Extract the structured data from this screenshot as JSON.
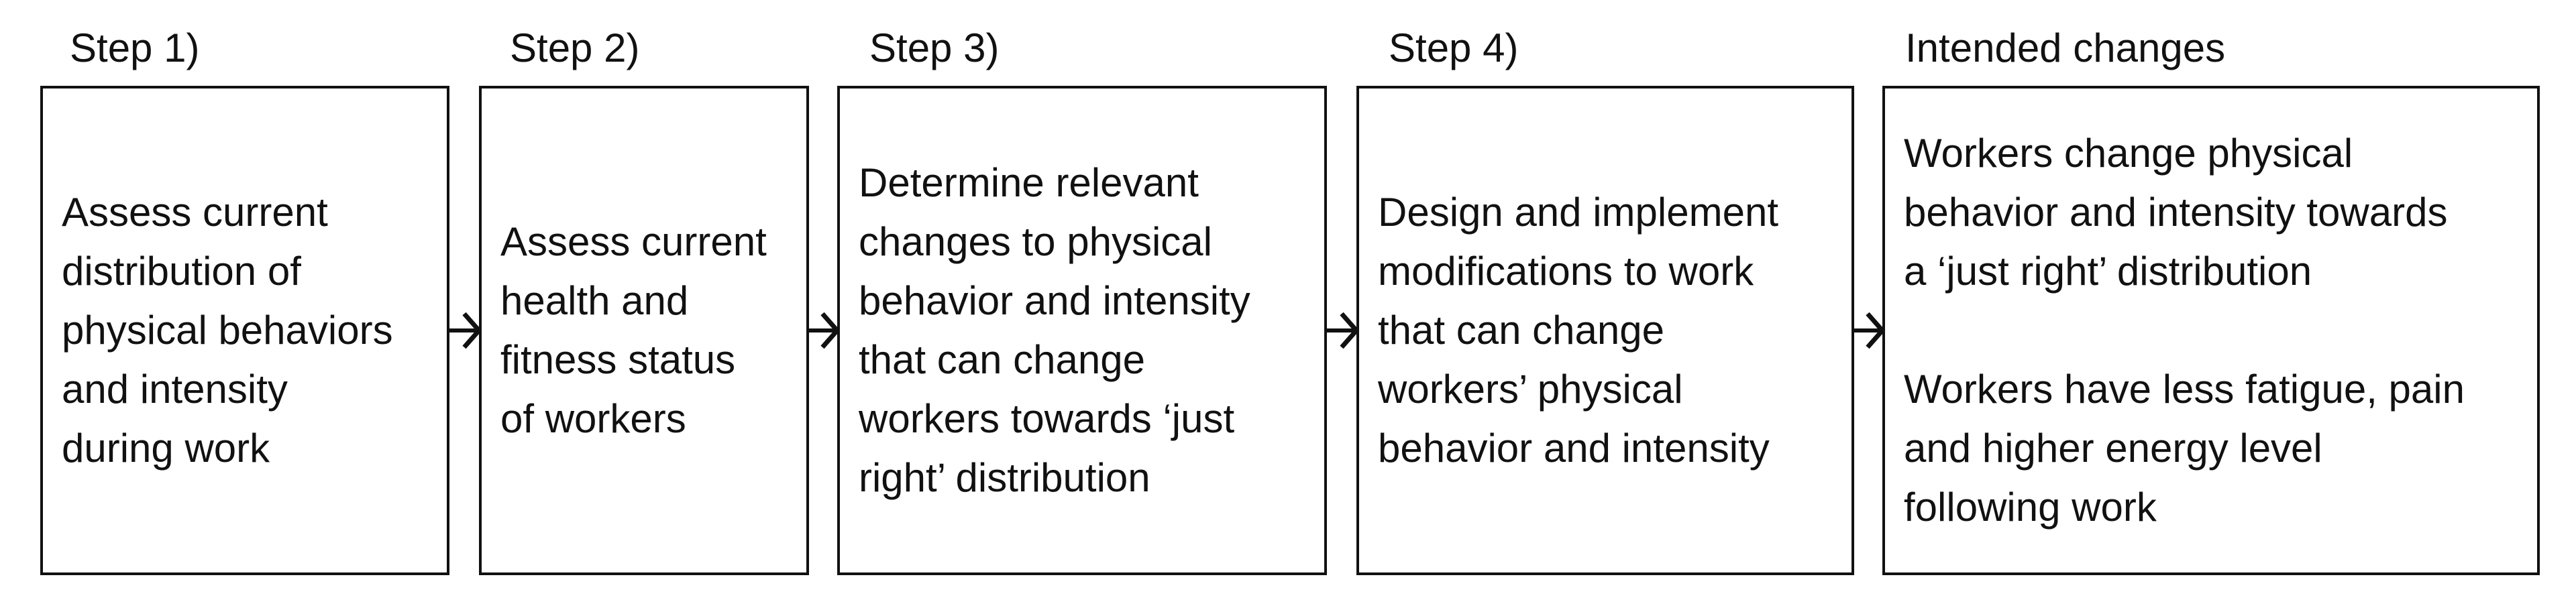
{
  "steps": [
    {
      "heading": "Step 1)",
      "text": "Assess current\ndistribution of\nphysical behaviors\nand intensity\nduring work"
    },
    {
      "heading": "Step 2)",
      "text": "Assess current\nhealth and\nfitness status\nof workers"
    },
    {
      "heading": "Step 3)",
      "text": "Determine relevant\nchanges to physical\nbehavior and intensity\nthat can change\nworkers towards ‘just\nright’ distribution"
    },
    {
      "heading": "Step 4)",
      "text": "Design and implement\nmodifications to work\nthat can change\nworkers’ physical\nbehavior and intensity"
    }
  ],
  "outcome": {
    "heading": "Intended changes",
    "paragraphs": [
      "Workers change physical\nbehavior and intensity towards\na ‘just right’ distribution",
      "Workers have less fatigue, pain\nand higher energy level\nfollowing work"
    ]
  },
  "colors": {
    "line": "#111111",
    "background": "#ffffff"
  },
  "icons": {
    "connector": "arrow-right-icon"
  }
}
